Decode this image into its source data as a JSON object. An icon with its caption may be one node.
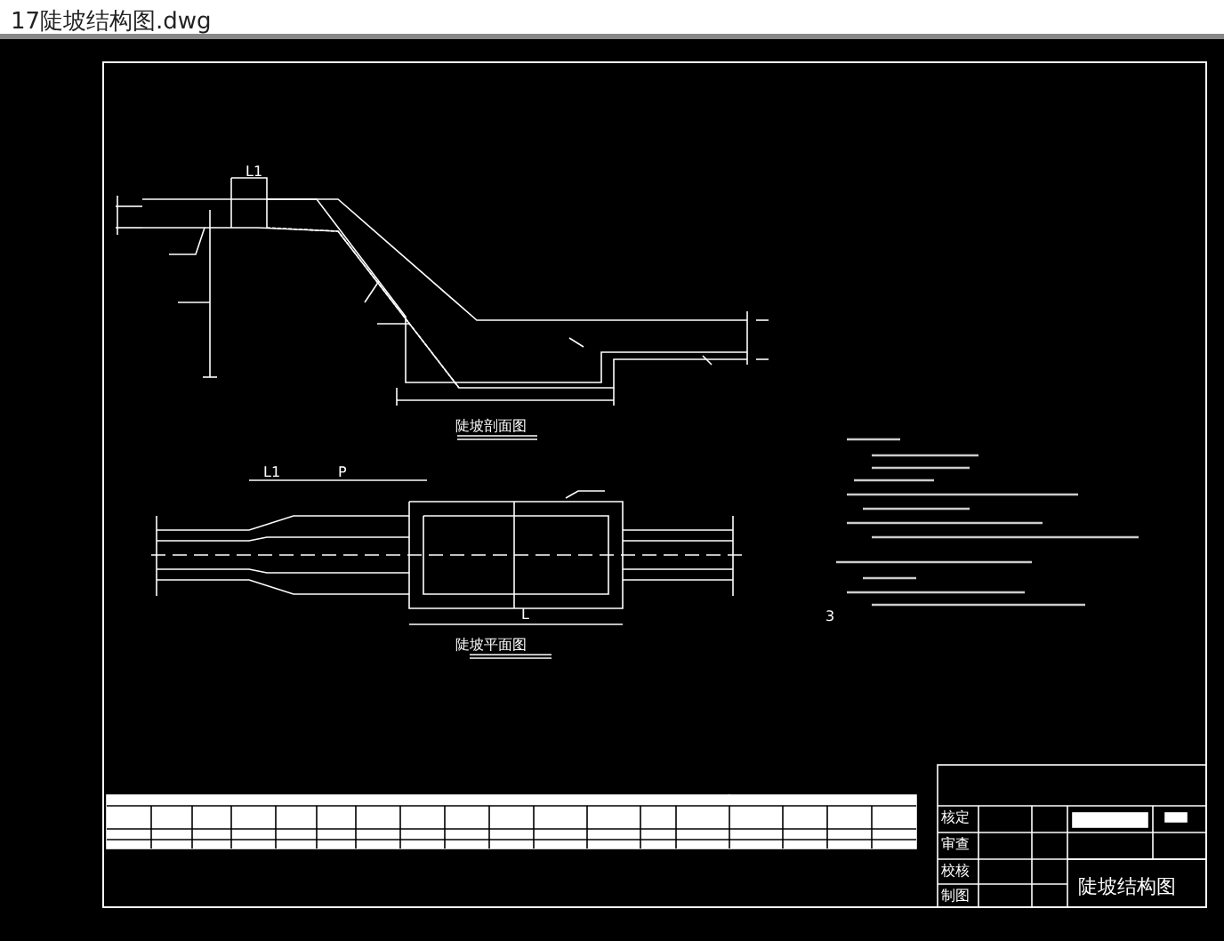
{
  "diagram": {
    "title": "17陡坡结构图.dwg",
    "labels": [
      "L1",
      "陡坡剖面图",
      "P",
      "L1",
      "L",
      "陡坡平面图",
      "3",
      "核定",
      "审查",
      "校核",
      "制图",
      "陡坡结构图"
    ]
  }
}
